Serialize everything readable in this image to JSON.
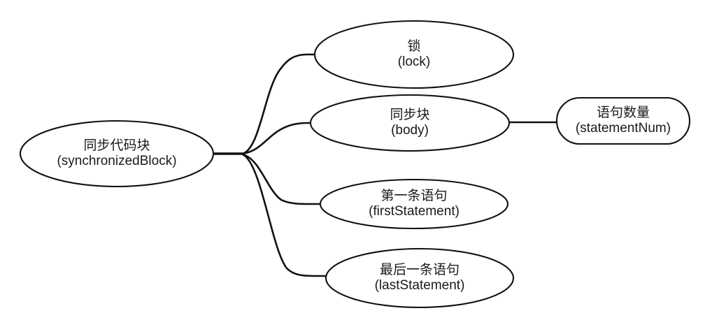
{
  "diagram": {
    "type": "mind-map-tree",
    "orientation": "left-to-right",
    "background_color": "#ffffff",
    "stroke_color": "#111111",
    "text_color": "#1a1a1a",
    "root": {
      "id": "synchronizedBlock",
      "shape": "ellipse",
      "label_cn": "同步代码块",
      "label_en": "(synchronizedBlock)"
    },
    "nodes": [
      {
        "id": "lock",
        "shape": "ellipse",
        "label_cn": "锁",
        "label_en": "(lock)",
        "parent": "synchronizedBlock"
      },
      {
        "id": "body",
        "shape": "ellipse",
        "label_cn": "同步块",
        "label_en": "(body)",
        "parent": "synchronizedBlock"
      },
      {
        "id": "statementNum",
        "shape": "rounded-rectangle",
        "label_cn": "语句数量",
        "label_en": "(statementNum)",
        "parent": "body"
      },
      {
        "id": "firstStatement",
        "shape": "ellipse",
        "label_cn": "第一条语句",
        "label_en": "(firstStatement)",
        "parent": "synchronizedBlock"
      },
      {
        "id": "lastStatement",
        "shape": "ellipse",
        "label_cn": "最后一条语句",
        "label_en": "(lastStatement)",
        "parent": "synchronizedBlock"
      }
    ],
    "edges": [
      {
        "from": "synchronizedBlock",
        "to": "lock",
        "style": "curved-branch"
      },
      {
        "from": "synchronizedBlock",
        "to": "body",
        "style": "curved-branch"
      },
      {
        "from": "synchronizedBlock",
        "to": "firstStatement",
        "style": "curved-branch"
      },
      {
        "from": "synchronizedBlock",
        "to": "lastStatement",
        "style": "curved-branch"
      },
      {
        "from": "body",
        "to": "statementNum",
        "style": "straight"
      }
    ]
  }
}
